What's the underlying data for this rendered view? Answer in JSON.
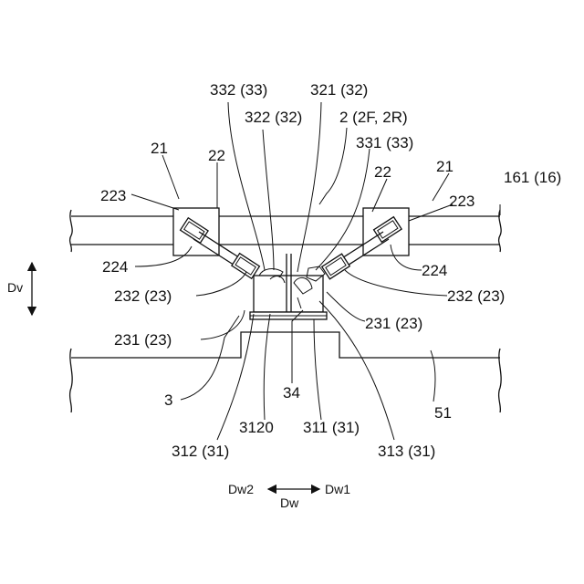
{
  "figure": {
    "labels": {
      "l332": "332 (33)",
      "l321": "321 (32)",
      "l322": "322 (32)",
      "l2": "2 (2F, 2R)",
      "l331": "331 (33)",
      "l21a": "21",
      "l21b": "21",
      "l22a": "22",
      "l22b": "22",
      "l161": "161 (16)",
      "l223a": "223",
      "l223b": "223",
      "l224a": "224",
      "l224b": "224",
      "lDv": "Dv",
      "l232a": "232 (23)",
      "l232b": "232 (23)",
      "l231a": "231 (23)",
      "l231b": "231 (23)",
      "l3": "3",
      "l34": "34",
      "l51": "51",
      "l3120": "3120",
      "l311": "311 (31)",
      "l312": "312 (31)",
      "l313": "313 (31)",
      "lDw2": "Dw2",
      "lDw1": "Dw1",
      "lDw": "Dw"
    }
  }
}
